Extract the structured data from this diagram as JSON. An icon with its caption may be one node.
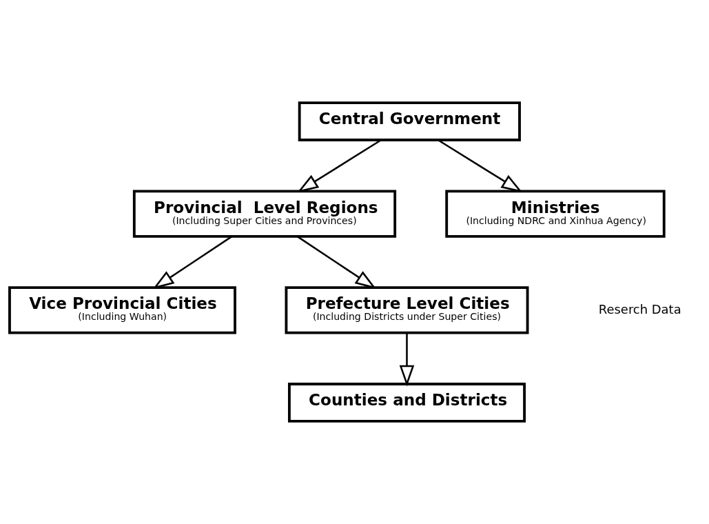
{
  "diagram": {
    "nodes": [
      {
        "text": [
          "Central Government"
        ]
      },
      {
        "text": [
          "Provincial  Level Regions",
          "(Including Super Cities and Provinces)"
        ]
      },
      {
        "text": [
          "Ministries",
          "(Including NDRC and Xinhua Agency)"
        ]
      },
      {
        "text": [
          "Vice Provincial Cities",
          "(Including Wuhan)"
        ]
      },
      {
        "text": [
          "Prefecture Level Cities",
          "(Including Districts under Super Cities)"
        ]
      },
      {
        "text": [
          "Counties and Districts"
        ]
      }
    ],
    "edges": [
      {
        "from": 0,
        "to": 1,
        "arrow": "to"
      },
      {
        "from": 0,
        "to": 2,
        "arrow": "to"
      },
      {
        "from": 1,
        "to": 4,
        "arrow": "to"
      },
      {
        "from": 1,
        "to": 3,
        "arrow": "to"
      },
      {
        "from": 4,
        "to": 5,
        "arrow": "to"
      }
    ],
    "labels": [
      "Reserch Data"
    ]
  }
}
